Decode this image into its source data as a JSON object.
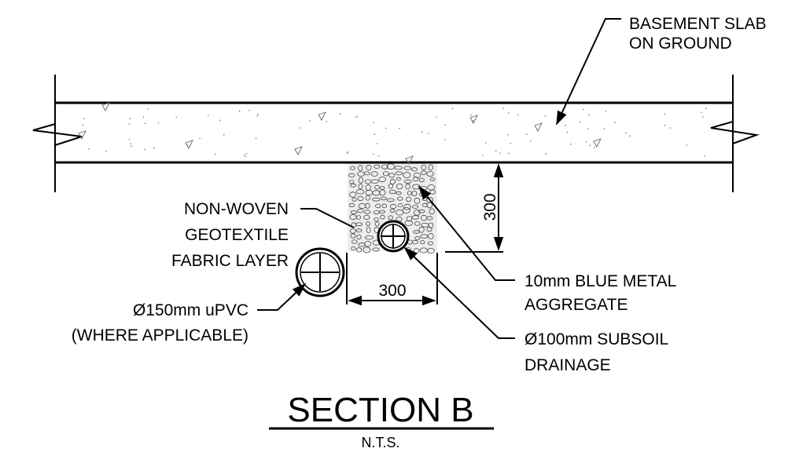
{
  "labels": {
    "slab": [
      "BASEMENT SLAB",
      "ON GROUND"
    ],
    "geotextile": [
      "NON-WOVEN",
      "GEOTEXTILE",
      "FABRIC LAYER"
    ],
    "pvc": [
      "Ø150mm uPVC",
      "(WHERE APPLICABLE)"
    ],
    "aggregate": [
      "10mm BLUE METAL",
      "AGGREGATE"
    ],
    "subsoil": [
      "Ø100mm SUBSOIL",
      "DRAINAGE"
    ]
  },
  "dimensions": {
    "depth": "300",
    "width": "300"
  },
  "title": {
    "main": "SECTION B",
    "scale": "N.T.S."
  }
}
